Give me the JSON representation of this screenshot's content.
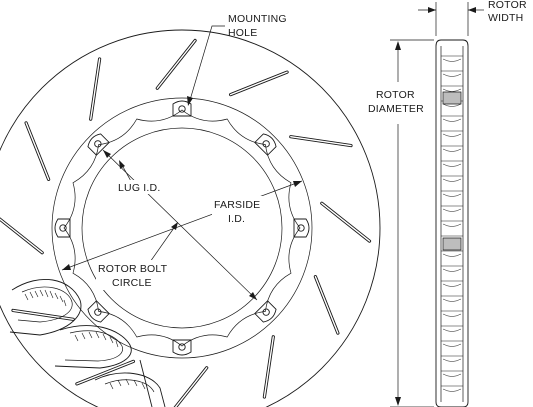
{
  "labels": {
    "mounting_hole": [
      "MOUNTING",
      "HOLE"
    ],
    "rotor_width": [
      "ROTOR",
      "WIDTH"
    ],
    "rotor_diameter": [
      "ROTOR",
      "DIAMETER"
    ],
    "lug_id": [
      "LUG I.D."
    ],
    "farside_id": [
      "FARSIDE",
      "I.D."
    ],
    "rotor_bolt_circle": [
      "ROTOR BOLT",
      "CIRCLE"
    ]
  },
  "colors": {
    "line": "#1a1a1a",
    "background": "#ffffff",
    "shade": "#bdbdbd"
  }
}
